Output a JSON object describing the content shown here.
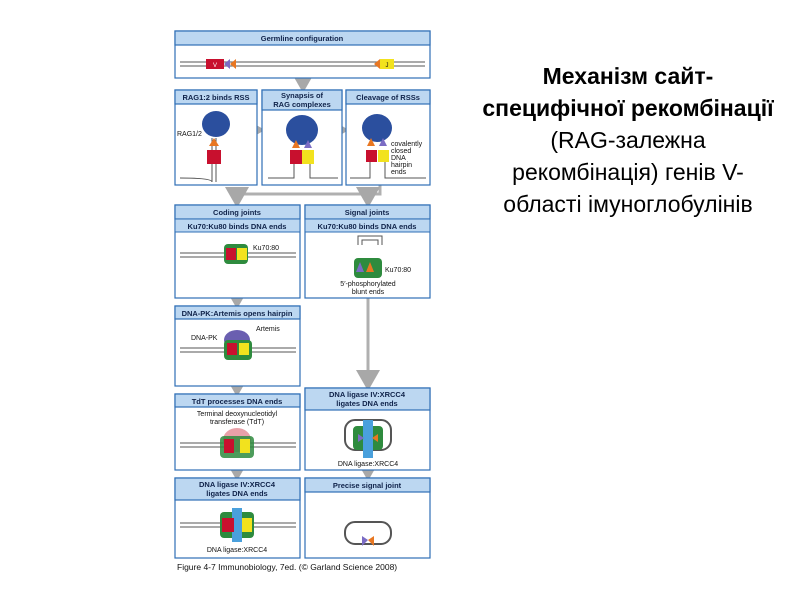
{
  "title": {
    "bold": "Механізм сайт-специфічної рекомбінації",
    "normal": " (RAG-залежна рекомбінація) генів V-області імуноглобулінів"
  },
  "diagram": {
    "germline": "Germline configuration",
    "gene_v": "V",
    "gene_j": "J",
    "rag_binds": "RAG1:2 binds RSS",
    "synapsis_1": "Synapsis of",
    "synapsis_2": "RAG complexes",
    "cleavage": "Cleavage of RSSs",
    "rag_label": "RAG1/2",
    "hairpin_1": "covalently",
    "hairpin_2": "closed",
    "hairpin_3": "DNA",
    "hairpin_4": "hairpin",
    "hairpin_5": "ends",
    "coding_joints": "Coding joints",
    "signal_joints": "Signal joints",
    "ku_binds_left": "Ku70:Ku80 binds DNA ends",
    "ku_binds_right": "Ku70:Ku80 binds DNA ends",
    "ku_label_left": "Ku70:80",
    "ku_label_right": "Ku70:80",
    "phospho_1": "5′-phosphorylated",
    "phospho_2": "blunt ends",
    "dnapk_header": "DNA-PK:Artemis opens hairpin",
    "artemis": "Artemis",
    "dnapk": "DNA-PK",
    "tdt_header": "TdT processes DNA ends",
    "tdt_1": "Terminal deoxynucleotidyl",
    "tdt_2": "transferase (TdT)",
    "ligase_right_1": "DNA ligase IV:XRCC4",
    "ligase_right_2": "ligates DNA ends",
    "ligase_right_label": "DNA ligase:XRCC4",
    "ligase_left_1": "DNA ligase IV:XRCC4",
    "ligase_left_2": "ligates DNA ends",
    "ligase_left_label": "DNA ligase:XRCC4",
    "precise": "Precise signal joint",
    "caption": "Figure 4-7  Immunobiology, 7ed. (© Garland Science 2008)"
  },
  "colors": {
    "panel_border": "#2f6fb6",
    "header_fill": "#bcd7f1",
    "rag": "#2b4f9e",
    "v_segment": "#c8102e",
    "j_segment": "#f2e21e",
    "ku": "#2e8b3e",
    "artemis": "#6a5fb0",
    "tdt": "#e9a0a8",
    "ligase": "#2e8b3e",
    "rss_orange": "#e87722",
    "rss_purple": "#7b6cc4",
    "arrow": "#a8a8a8"
  }
}
